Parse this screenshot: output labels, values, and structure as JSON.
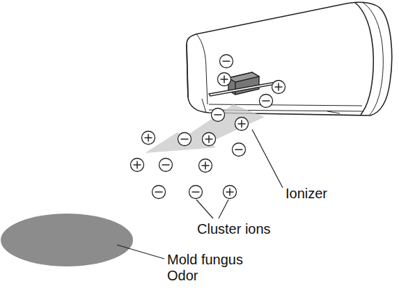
{
  "diagram": {
    "labels": [
      "Ionizer",
      "Cluster ions",
      "Mold fungus Odor"
    ]
  }
}
